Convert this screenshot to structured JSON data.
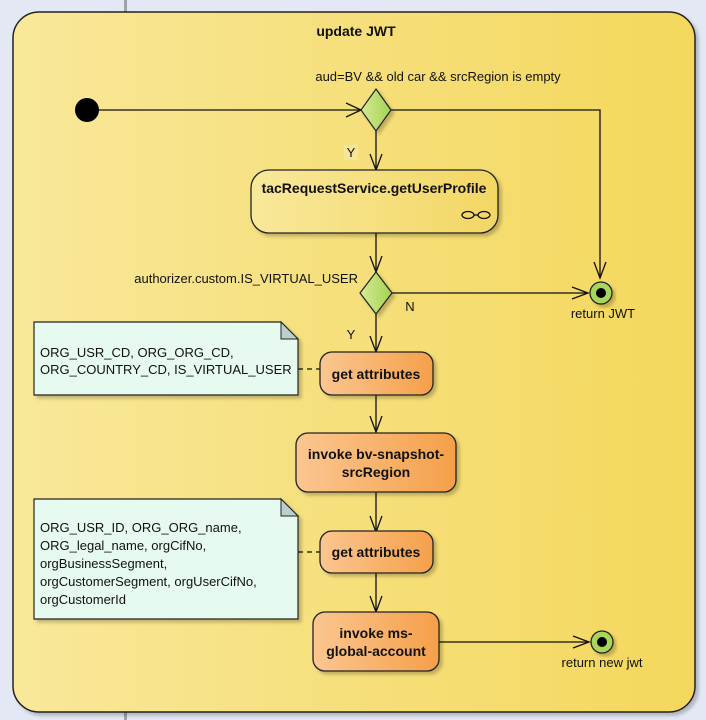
{
  "activity": {
    "title": "update JWT"
  },
  "decisions": [
    {
      "id": "d1",
      "guard_label": "aud=BV && old car && srcRegion is empty",
      "yes_label": "Y"
    },
    {
      "id": "d2",
      "guard_label": "authorizer.custom.IS_VIRTUAL_USER",
      "yes_label": "Y",
      "no_label": "N"
    }
  ],
  "actions": [
    {
      "id": "a1",
      "lines": [
        "tacRequestService.getUserProfile"
      ],
      "kind": "call-behavior",
      "icon": "rake-icon"
    },
    {
      "id": "a2",
      "lines": [
        "get attributes"
      ]
    },
    {
      "id": "a3",
      "lines": [
        "invoke bv-snapshot-",
        "srcRegion"
      ]
    },
    {
      "id": "a4",
      "lines": [
        "get attributes"
      ]
    },
    {
      "id": "a5",
      "lines": [
        "invoke ms-",
        "global-account"
      ]
    }
  ],
  "final_nodes": [
    {
      "id": "f1",
      "label": "return JWT"
    },
    {
      "id": "f2",
      "label": "return new jwt"
    }
  ],
  "notes": [
    {
      "id": "n1",
      "lines": [
        "ORG_USR_CD, ORG_ORG_CD,",
        "ORG_COUNTRY_CD, IS_VIRTUAL_USER"
      ]
    },
    {
      "id": "n2",
      "lines": [
        "ORG_USR_ID, ORG_ORG_name,",
        "ORG_legal_name, orgCifNo,",
        "orgBusinessSegment,",
        "orgCustomerSegment, orgUserCifNo,",
        "orgCustomerId"
      ]
    }
  ],
  "colors": {
    "frame_fill_start": "#f8e89a",
    "frame_fill_end": "#f4d75c",
    "decision_fill_start": "#d4eb98",
    "decision_fill_end": "#a5d24e",
    "action_fill_start": "#fbc690",
    "action_fill_end": "#f5a04a",
    "note_fill": "#e6faef",
    "final_fill": "#a9d65a",
    "background": "#e4e8f4"
  }
}
